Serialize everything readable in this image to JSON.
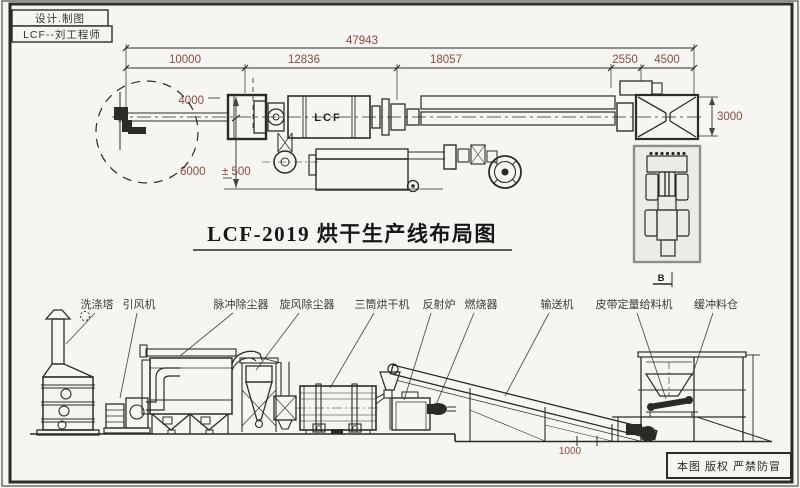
{
  "colors": {
    "paper": "#f6f5f2",
    "line": "#2d2b28",
    "dim": "#8a4a40",
    "label": "#3a3a3a"
  },
  "title_block": {
    "row1": "设计.制图",
    "row2": "LCF--刘工程师"
  },
  "plan_view": {
    "drum_label": "LCF",
    "section_mark": "B",
    "dims": {
      "total": "47943",
      "segments": [
        "10000",
        "12836",
        "18057",
        "2550",
        "4500"
      ],
      "front_offset": "4000",
      "row_spacing": "6000",
      "row_spacing_tol": "± 500",
      "silo_width": "3000"
    }
  },
  "main_title": "LCF-2019  烘干生产线布局图",
  "elevation_view": {
    "labels": [
      "洗涤塔",
      "引风机",
      "脉冲除尘器",
      "旋风除尘器",
      "三筒烘干机",
      "反射炉",
      "燃烧器",
      "输送机",
      "皮带定量给料机",
      "缓冲料仓"
    ],
    "pit_step": "1000"
  },
  "copyright_note": "本图 版权 严禁防冒"
}
